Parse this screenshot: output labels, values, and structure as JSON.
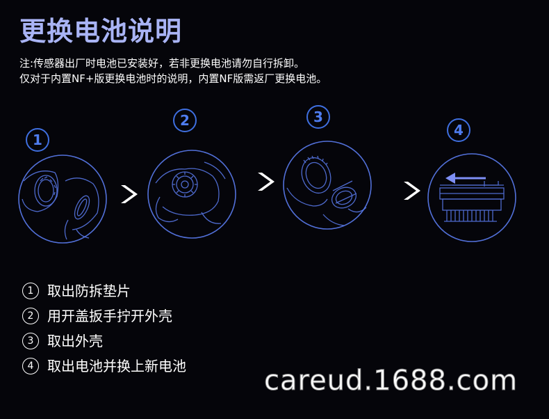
{
  "title": "更换电池说明",
  "notes": [
    "注:传感器出厂时电池已安装好，若非更换电池请勿自行拆卸。",
    "仅对于内置NF+版更换电池时的说明，内置NF版需返厂更换电池。"
  ],
  "steps": [
    {
      "marker": "1",
      "text": "取出防拆垫片"
    },
    {
      "marker": "2",
      "text": "用开盖扳手拧开外壳"
    },
    {
      "marker": "3",
      "text": "取出外壳"
    },
    {
      "marker": "4",
      "text": "取出电池并换上新电池"
    }
  ],
  "illustration_markers": [
    "1",
    "2",
    "3",
    "4"
  ],
  "watermark": "careud.1688.com",
  "colors": {
    "background": "#05050a",
    "title": "#a9b4f5",
    "accent": "#3f6fe0",
    "line_art": "#5b7cf0"
  }
}
